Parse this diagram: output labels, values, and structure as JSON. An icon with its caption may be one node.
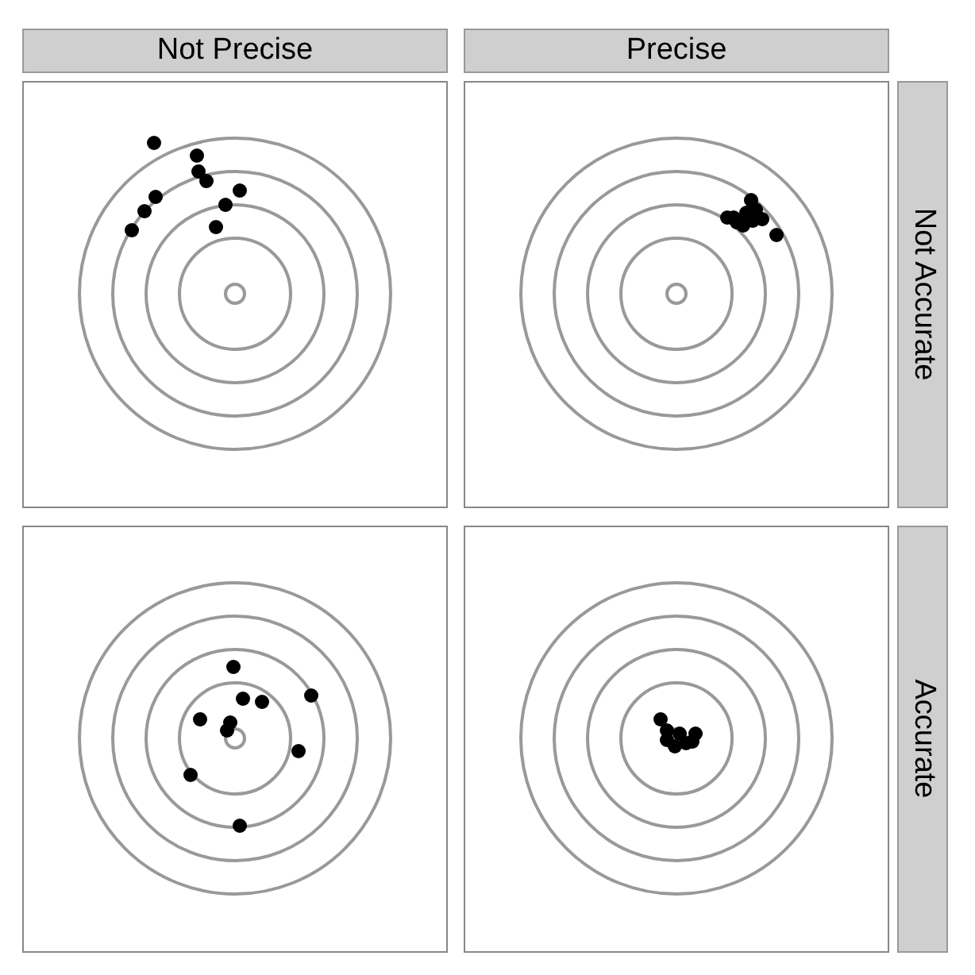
{
  "diagram": {
    "nodes": [
      {
        "text": [
          "Not Precise"
        ]
      },
      {
        "text": [
          "Precise"
        ]
      },
      {
        "text": [
          "Not Accurate"
        ]
      },
      {
        "text": [
          "Accurate"
        ]
      }
    ]
  }
}
